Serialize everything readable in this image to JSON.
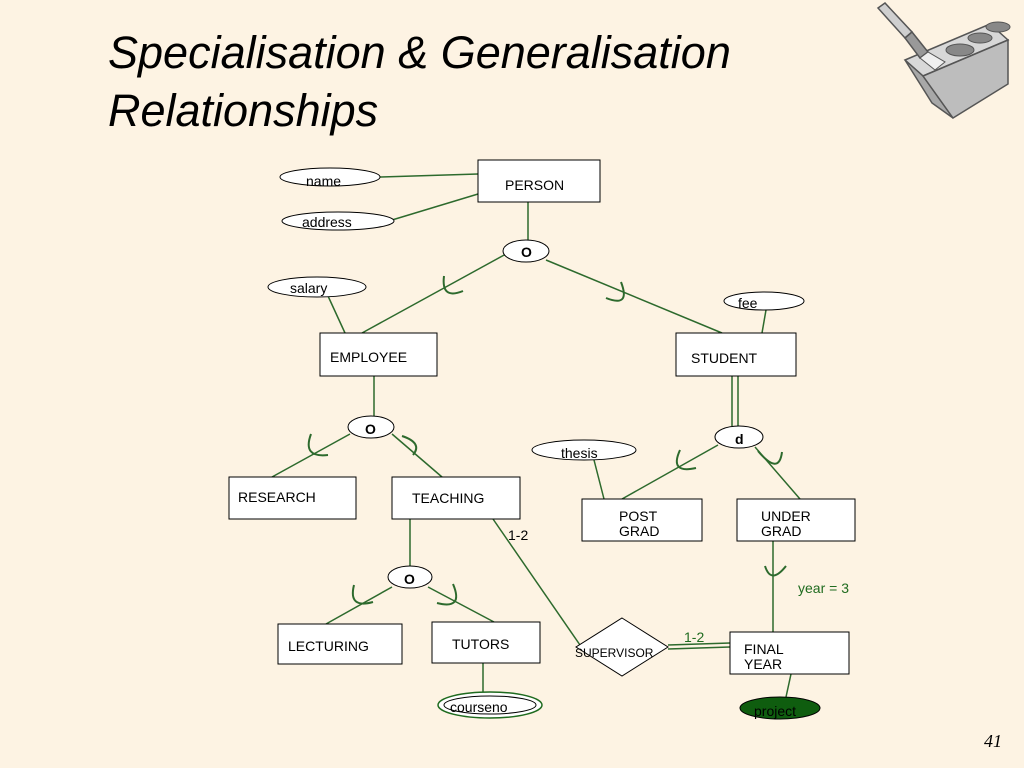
{
  "title": {
    "line1": "Specialisation & Generalisation",
    "line2": "Relationships"
  },
  "page_number": "41",
  "icon": "trowel-and-brick-icon",
  "colors": {
    "line": "#2d6a2d",
    "background": "#fdf3e3",
    "key_attribute_fill": "#0f5d0f"
  },
  "entities": {
    "person": "PERSON",
    "employee": "EMPLOYEE",
    "student": "STUDENT",
    "research": "RESEARCH",
    "teaching": "TEACHING",
    "post_grad": [
      "POST",
      "GRAD"
    ],
    "under_grad": [
      "UNDER",
      "GRAD"
    ],
    "lecturing": "LECTURING",
    "tutors": "TUTORS",
    "final_year": [
      "FINAL",
      "YEAR"
    ]
  },
  "attributes": {
    "name": "name",
    "address": "address",
    "salary": "salary",
    "fee": "fee",
    "thesis": "thesis",
    "courseno": "courseno",
    "project": "project"
  },
  "specialisations": {
    "person": "O",
    "employee": "O",
    "student": "d",
    "teaching": "O"
  },
  "relationship": {
    "label": "SUPERVISOR",
    "cardinality_teaching": "1-2",
    "cardinality_final_year": "1-2"
  },
  "predicate": "year = 3"
}
